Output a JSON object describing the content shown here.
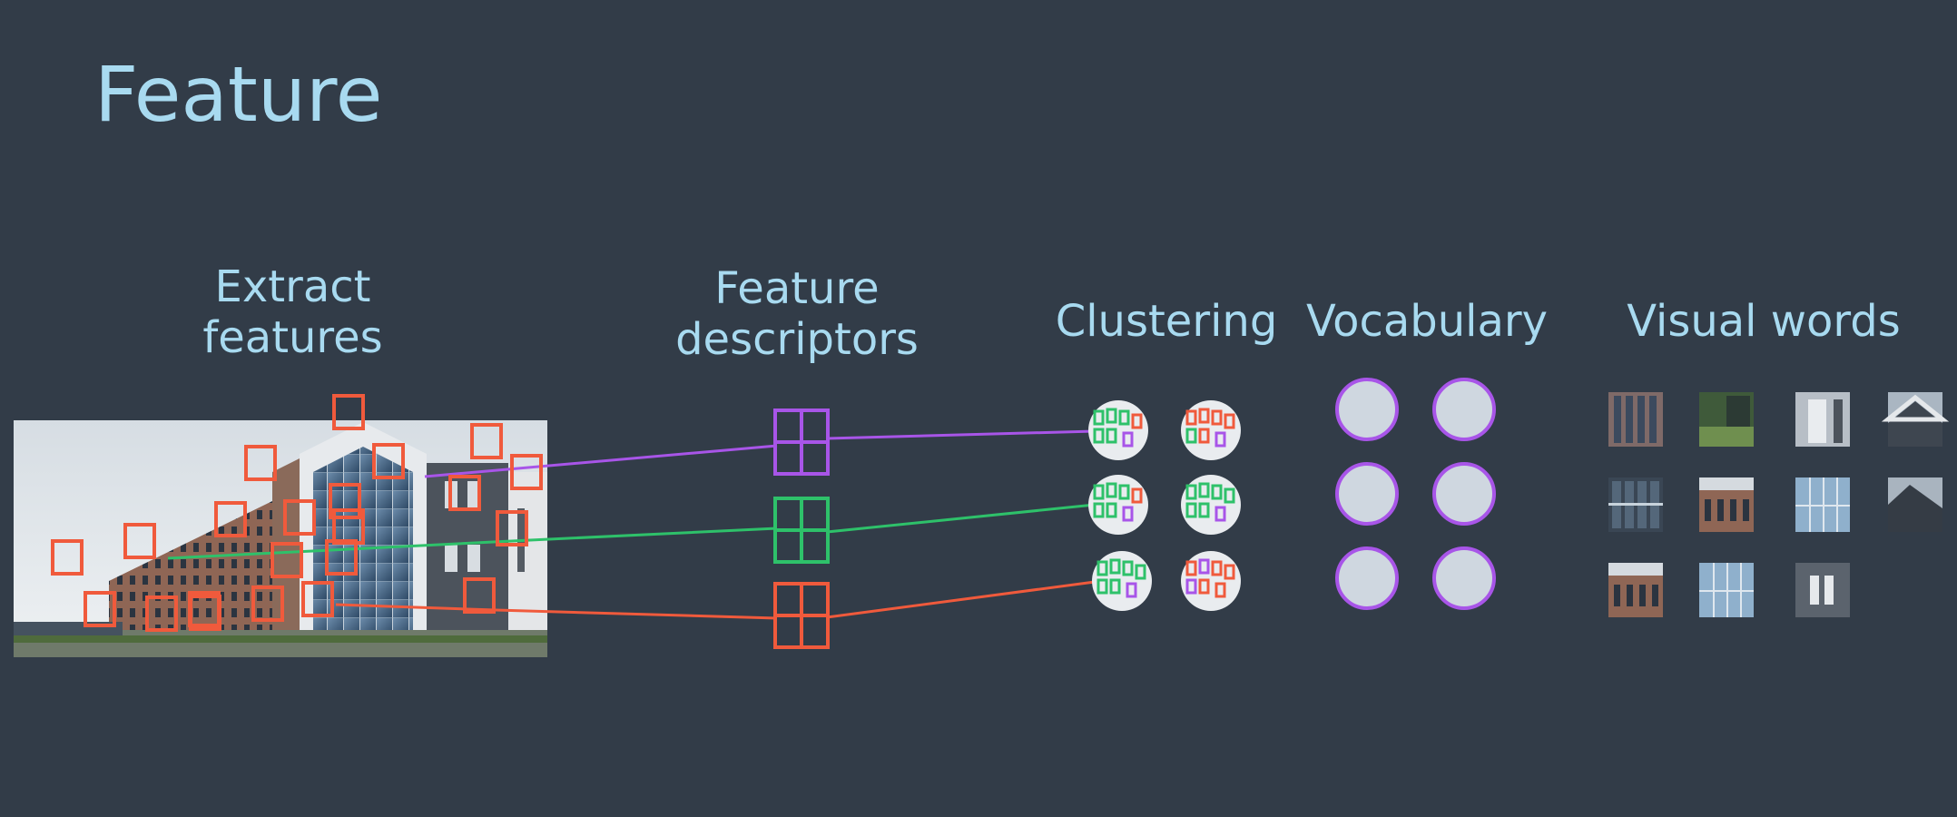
{
  "title": "Feature",
  "stages": {
    "extract": [
      "Extract",
      "features"
    ],
    "descriptors": [
      "Feature",
      "descriptors"
    ],
    "clustering": "Clustering",
    "vocabulary": "Vocabulary",
    "visual_words": "Visual words"
  },
  "colors": {
    "background": "#323c48",
    "text": "#a8daf0",
    "red": "#f05a3c",
    "green": "#2ec16a",
    "purple": "#a855e8",
    "node_fill": "#cfd7e0",
    "cluster_fill": "#e9ecef"
  },
  "icons": {
    "source_image": "building-photo",
    "feature_box": "square-outline-icon",
    "descriptor": "grid-2x2-icon",
    "cluster": "cluster-circle-icon",
    "vocabulary_word": "circle-node-icon",
    "visual_word": "image-patch-thumbnail"
  },
  "counts": {
    "feature_boxes": 22,
    "descriptors": 3,
    "clusters": 6,
    "vocabulary_words": 6,
    "visual_words": 11
  }
}
